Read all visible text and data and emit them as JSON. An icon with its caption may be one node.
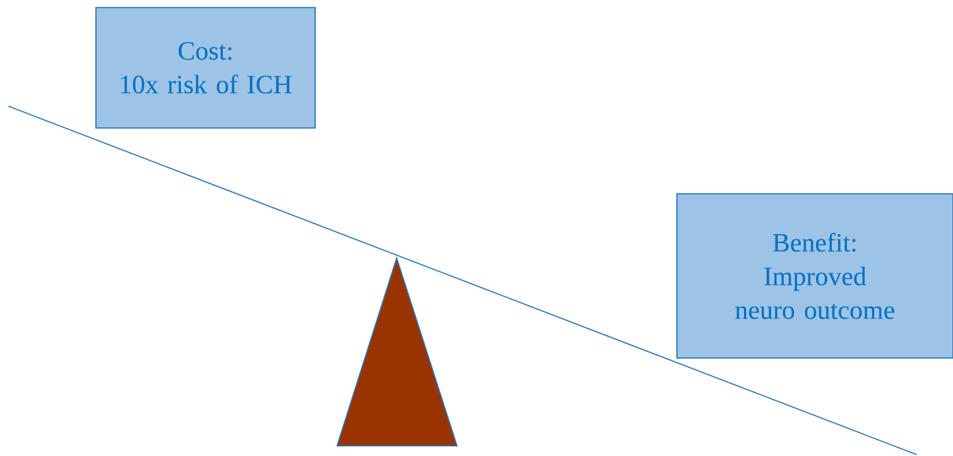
{
  "diagram": {
    "nodes": [
      {
        "text": [
          "Cost:",
          "10x risk of ICH"
        ]
      },
      {
        "text": [
          "Benefit:",
          "Improved neuro outcome"
        ]
      }
    ]
  }
}
